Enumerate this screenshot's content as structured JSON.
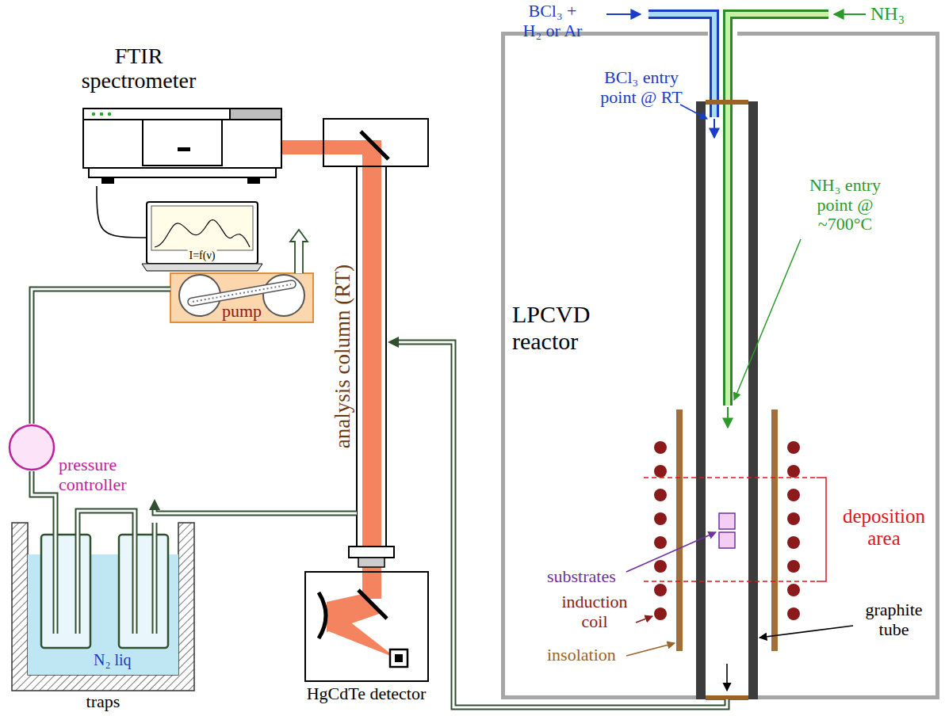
{
  "diagram": {
    "nodes": [
      {
        "text": [
          "LPCVD reactor"
        ]
      },
      {
        "text": [
          "FTIR spectrometer"
        ]
      },
      {
        "text": [
          "I=f(ν)"
        ]
      },
      {
        "text": [
          "analysis column (RT)"
        ]
      },
      {
        "text": [
          "HgCdTe detector"
        ]
      },
      {
        "text": [
          "pump"
        ]
      },
      {
        "text": [
          "pressure controller"
        ]
      },
      {
        "text": [
          "N₂ liq",
          "traps"
        ]
      }
    ],
    "edges": [
      {
        "from": 0,
        "to": 3,
        "arrow": "to"
      },
      {
        "from": 3,
        "to": 7,
        "arrow": "to"
      },
      {
        "from": 7,
        "to": 6,
        "arrow": "none"
      },
      {
        "from": 6,
        "to": 5,
        "arrow": "none"
      },
      {
        "from": 1,
        "to": 2,
        "arrow": "none"
      }
    ],
    "labels": [
      "BCl₃ + H₂ or Ar",
      "NH₃",
      "BCl₃ entry point @ RT",
      "NH₃ entry point @ ~700°C",
      "deposition area",
      "substrates",
      "induction coil",
      "insolation",
      "graphite tube"
    ]
  }
}
